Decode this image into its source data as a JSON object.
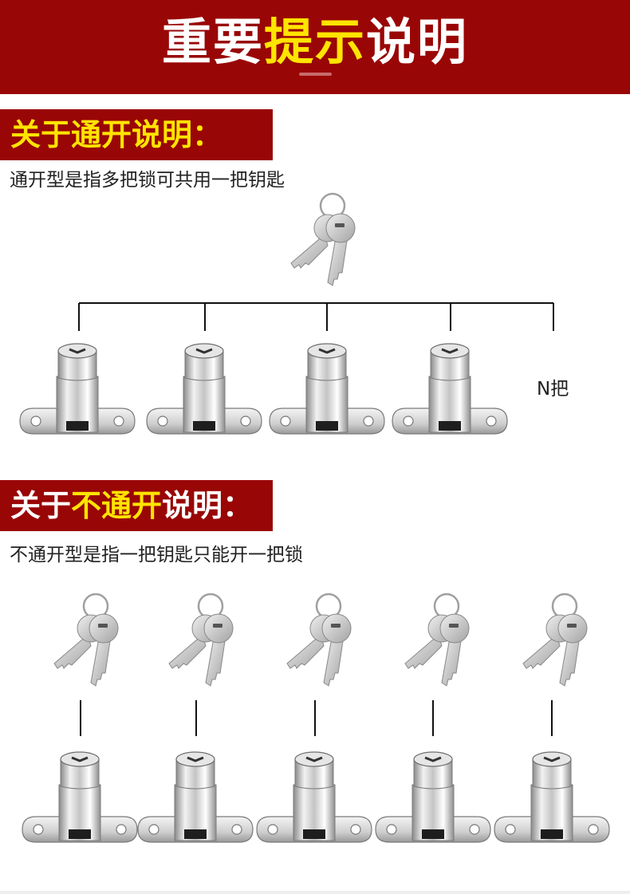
{
  "banner": {
    "title_part1": "重要",
    "title_part2": "提示",
    "title_part3": "说明",
    "background_color": "#990606",
    "highlight_color": "#ffe400"
  },
  "section_common": {
    "title_prefix": "关于",
    "title_highlight": "通开说明：",
    "description": "通开型是指多把锁可共用一把钥匙",
    "n_label": "N把",
    "lock_count": 4
  },
  "section_unique": {
    "title_prefix": "关于",
    "title_highlight": "不通开",
    "title_suffix": "说明：",
    "description": "不通开型是指一把钥匙只能开一把锁",
    "pair_count": 5
  },
  "icons": {
    "key": "key-set-icon",
    "lock": "drawer-lock-icon"
  }
}
